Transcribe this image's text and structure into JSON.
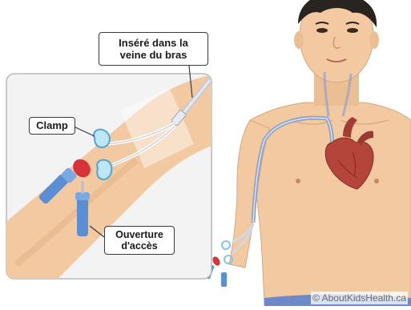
{
  "labels": {
    "inserted_line1": "Inséré dans la",
    "inserted_line2": "veine du bras",
    "clamp": "Clamp",
    "port_line1": "Ouverture",
    "port_line2": "d'accès",
    "credit": "© AboutKidsHealth.ca"
  },
  "colors": {
    "skin": "#f2c9a0",
    "skin_shadow": "#e3b286",
    "inset_bg": "#f3f3f3",
    "inset_border": "#b8b8b8",
    "vein_blue": "#8fa3c9",
    "heart_red": "#b5453a",
    "clamp_blue": "#7fc7e8",
    "port_blue": "#5a8fd6",
    "valve_red": "#d8323a",
    "hair": "#2a2421"
  }
}
